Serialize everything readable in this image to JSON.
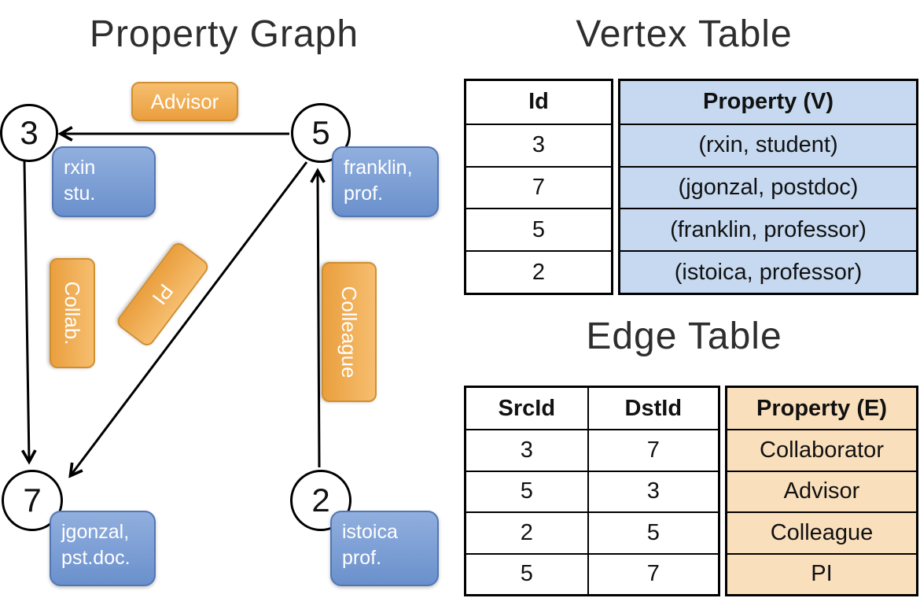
{
  "graph": {
    "title": "Property Graph",
    "vertices": [
      {
        "id": "3"
      },
      {
        "id": "5"
      },
      {
        "id": "7"
      },
      {
        "id": "2"
      }
    ],
    "vertex_boxes": [
      {
        "line1": "rxin",
        "line2": "stu."
      },
      {
        "line1": "franklin,",
        "line2": "prof."
      },
      {
        "line1": "jgonzal,",
        "line2": "pst.doc."
      },
      {
        "line1": "istoica",
        "line2": "prof."
      }
    ],
    "edge_labels": [
      {
        "text": "Advisor"
      },
      {
        "text": "Collab."
      },
      {
        "text": "PI"
      },
      {
        "text": "Colleague"
      }
    ],
    "colors": {
      "edge_label_fill": "#EFA548",
      "vertex_box_fill": "#7296D2",
      "arrow": "#000000"
    }
  },
  "vertex_table": {
    "title": "Vertex Table",
    "headers": {
      "id": "Id",
      "property": "Property (V)"
    },
    "property_fill": "#C6D9F0",
    "rows": [
      {
        "id": "3",
        "property": "(rxin, student)"
      },
      {
        "id": "7",
        "property": "(jgonzal, postdoc)"
      },
      {
        "id": "5",
        "property": "(franklin, professor)"
      },
      {
        "id": "2",
        "property": "(istoica, professor)"
      }
    ]
  },
  "edge_table": {
    "title": "Edge Table",
    "headers": {
      "src": "SrcId",
      "dst": "DstId",
      "property": "Property (E)"
    },
    "property_fill": "#FADFBC",
    "rows": [
      {
        "src": "3",
        "dst": "7",
        "property": "Collaborator"
      },
      {
        "src": "5",
        "dst": "3",
        "property": "Advisor"
      },
      {
        "src": "2",
        "dst": "5",
        "property": "Colleague"
      },
      {
        "src": "5",
        "dst": "7",
        "property": "PI"
      }
    ]
  }
}
